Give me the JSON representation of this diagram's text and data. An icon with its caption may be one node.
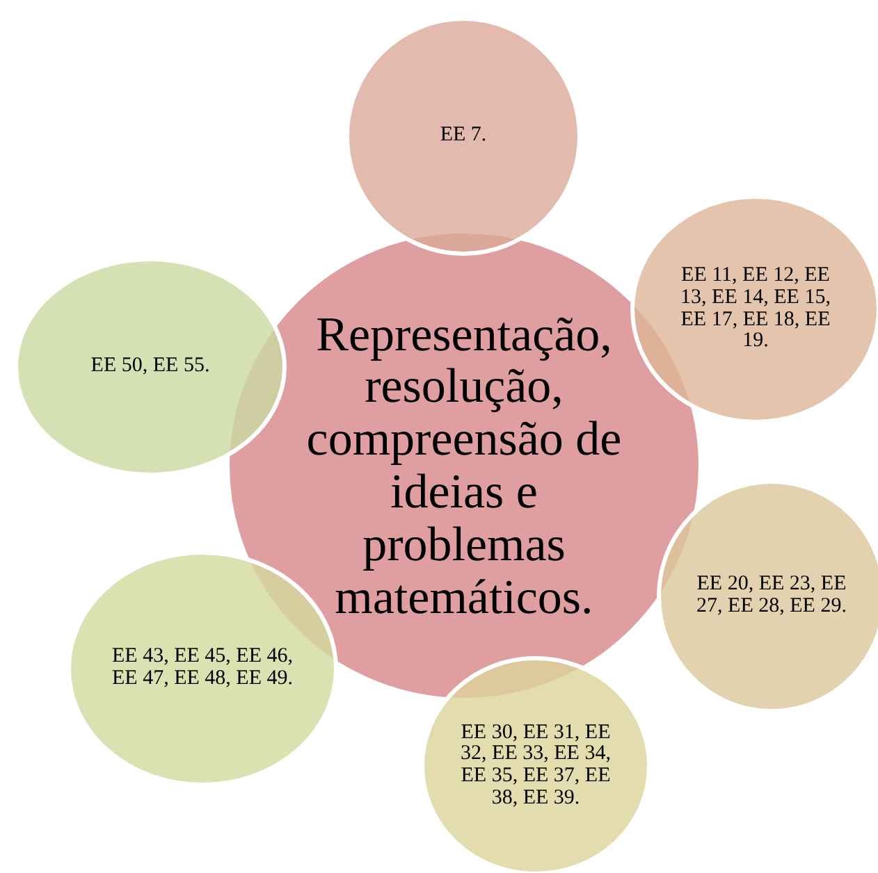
{
  "diagram": {
    "nodes": [
      {
        "text": [
          "Representação, resolução, compreensão de ideias e problemas matemáticos."
        ]
      },
      {
        "text": [
          "EE 7."
        ]
      },
      {
        "text": [
          "EE 11, EE 12, EE 13, EE 14, EE 15, EE 17, EE 18, EE 19."
        ]
      },
      {
        "text": [
          "EE 20, EE 23, EE 27, EE 28, EE 29."
        ]
      },
      {
        "text": [
          "EE 30, EE 31, EE 32, EE 33, EE 34, EE 35, EE 37, EE 38, EE 39."
        ]
      },
      {
        "text": [
          "EE 43, EE 45, EE 46, EE 47, EE 48, EE 49."
        ]
      },
      {
        "text": [
          "EE 50, EE 55."
        ]
      }
    ],
    "edges": []
  }
}
